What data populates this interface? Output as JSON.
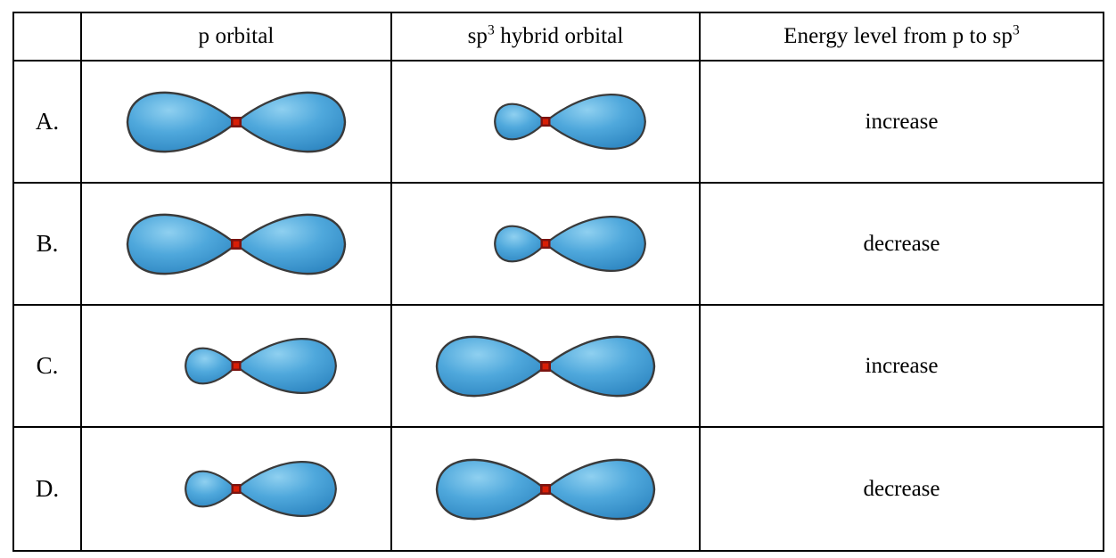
{
  "table": {
    "headers": {
      "label_col": "",
      "p_orbital": "p orbital",
      "sp3_orbital_prefix": "sp",
      "sp3_orbital_sup": "3",
      "sp3_orbital_suffix": " hybrid orbital",
      "energy_prefix": "Energy level from p to sp",
      "energy_sup": "3"
    },
    "rows": [
      {
        "label": "A.",
        "p_orbital": {
          "shape": "dumbbell",
          "symmetry": "symmetric",
          "left_lobe": "large",
          "right_lobe": "large",
          "scale": 1.0
        },
        "sp3_orbital": {
          "shape": "dumbbell",
          "symmetry": "asymmetric",
          "left_lobe": "small",
          "right_lobe": "large",
          "scale": 0.92
        },
        "energy": "increase"
      },
      {
        "label": "B.",
        "p_orbital": {
          "shape": "dumbbell",
          "symmetry": "symmetric",
          "left_lobe": "large",
          "right_lobe": "large",
          "scale": 1.0
        },
        "sp3_orbital": {
          "shape": "dumbbell",
          "symmetry": "asymmetric",
          "left_lobe": "small",
          "right_lobe": "large",
          "scale": 0.92
        },
        "energy": "decrease"
      },
      {
        "label": "C.",
        "p_orbital": {
          "shape": "dumbbell",
          "symmetry": "asymmetric",
          "left_lobe": "small",
          "right_lobe": "large",
          "scale": 0.92
        },
        "sp3_orbital": {
          "shape": "dumbbell",
          "symmetry": "symmetric",
          "left_lobe": "large",
          "right_lobe": "large",
          "scale": 1.0
        },
        "energy": "increase"
      },
      {
        "label": "D.",
        "p_orbital": {
          "shape": "dumbbell",
          "symmetry": "asymmetric",
          "left_lobe": "small",
          "right_lobe": "large",
          "scale": 0.92
        },
        "sp3_orbital": {
          "shape": "dumbbell",
          "symmetry": "symmetric",
          "left_lobe": "large",
          "right_lobe": "large",
          "scale": 1.0
        },
        "energy": "decrease"
      }
    ]
  },
  "colors": {
    "lobe_fill": "#4FA8DC",
    "lobe_highlight": "#8FD0F0",
    "lobe_shadow": "#2E86C1",
    "lobe_outline": "#3A3A3A",
    "nucleus_outer": "#7B1410",
    "nucleus_inner": "#D81E06",
    "border": "#000000",
    "background": "#FFFFFF",
    "ghost_rule": "#DCE9F5"
  }
}
